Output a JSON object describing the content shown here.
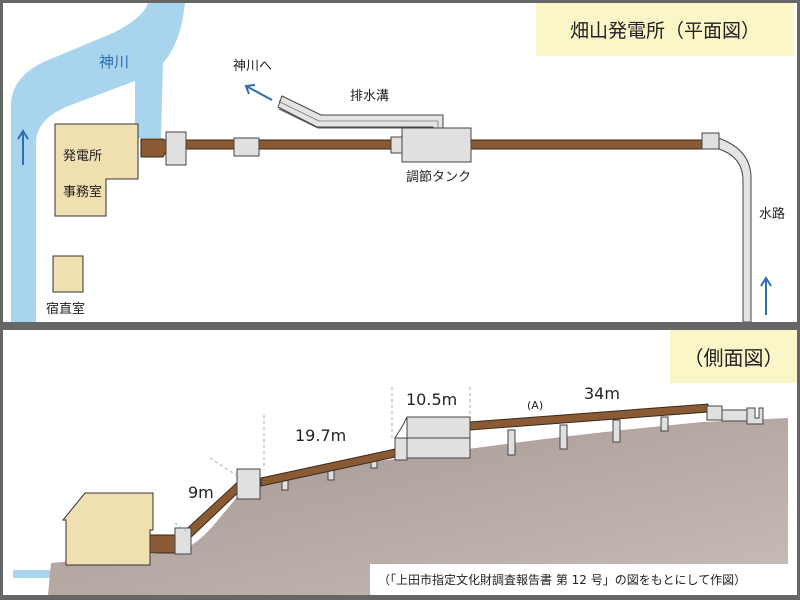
{
  "plan_view": {
    "title": "畑山発電所（平面図）",
    "labels": {
      "river": "神川",
      "to_river": "神川へ",
      "drain": "排水溝",
      "powerhouse_line1": "発電所",
      "powerhouse_line2": "事務室",
      "tank": "調節タンク",
      "waterway": "水路",
      "quarters": "宿直室"
    },
    "icons": [
      "up-arrow-icon",
      "up-arrow-icon",
      "diagonal-arrow-icon"
    ]
  },
  "side_view": {
    "title": "（側面図）",
    "dimensions": {
      "seg1": "9m",
      "seg2": "19.7m",
      "seg3": "10.5m",
      "seg4": "34m",
      "marker": "(A)"
    },
    "source_note": "（「上田市指定文化財調査報告書 第 12 号」の図をもとにして作図）"
  },
  "colors": {
    "water": "#a9d4ee",
    "pipe": "#8a5a34",
    "building": "#f0dfb0",
    "concrete": "#e0e0e0",
    "ground": "#b4a8a4",
    "title_bg": "#faf6c8",
    "arrow": "#2f6db0"
  }
}
